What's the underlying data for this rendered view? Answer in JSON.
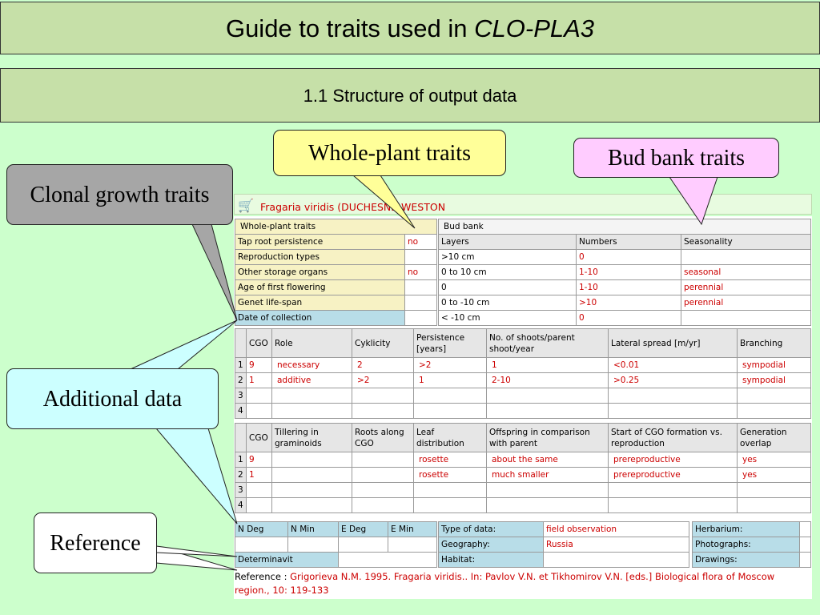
{
  "title_prefix": "Guide to traits used in ",
  "title_italic": "CLO-PLA3",
  "subtitle": "1.1 Structure of output data",
  "species_name": "Fragaria viridis (DUCHESNE)WESTON",
  "whole_plant": {
    "header": "Whole-plant traits",
    "rows": [
      {
        "label": "Tap root persistence",
        "value": "no"
      },
      {
        "label": "Reproduction types",
        "value": ""
      },
      {
        "label": "Other storage organs",
        "value": "no"
      },
      {
        "label": "Age of first flowering",
        "value": ""
      },
      {
        "label": "Genet life-span",
        "value": ""
      },
      {
        "label": "Date of collection",
        "value": ""
      }
    ]
  },
  "bud_bank": {
    "header": "Bud bank",
    "columns": [
      "Layers",
      "Numbers",
      "Seasonality"
    ],
    "rows": [
      [
        ">10 cm",
        "0",
        ""
      ],
      [
        "0 to 10 cm",
        "1-10",
        "seasonal"
      ],
      [
        "0",
        "1-10",
        "perennial"
      ],
      [
        "0 to -10 cm",
        ">10",
        "perennial"
      ],
      [
        "< -10 cm",
        "0",
        ""
      ]
    ]
  },
  "cgo1": {
    "columns": [
      "",
      "CGO",
      "Role",
      "Cyklicity",
      "Persistence [years]",
      "No. of shoots/parent shoot/year",
      "Lateral spread [m/yr]",
      "Branching"
    ],
    "rows": [
      [
        "1",
        "9",
        "necessary",
        "2",
        ">2",
        "1",
        "<0.01",
        "sympodial"
      ],
      [
        "2",
        "1",
        "additive",
        ">2",
        "1",
        "2-10",
        ">0.25",
        "sympodial"
      ],
      [
        "3",
        "",
        "",
        "",
        "",
        "",
        "",
        ""
      ],
      [
        "4",
        "",
        "",
        "",
        "",
        "",
        "",
        ""
      ]
    ]
  },
  "cgo2": {
    "columns": [
      "",
      "CGO",
      "Tillering in graminoids",
      "Roots along CGO",
      "Leaf distribution",
      "Offspring in comparison with parent",
      "Start of CGO formation vs. reproduction",
      "Generation overlap"
    ],
    "rows": [
      [
        "1",
        "9",
        "",
        "",
        "rosette",
        "about the same",
        "prereproductive",
        "yes"
      ],
      [
        "2",
        "1",
        "",
        "",
        "rosette",
        "much smaller",
        "prereproductive",
        "yes"
      ],
      [
        "3",
        "",
        "",
        "",
        "",
        "",
        "",
        ""
      ],
      [
        "4",
        "",
        "",
        "",
        "",
        "",
        "",
        ""
      ]
    ]
  },
  "coords": {
    "columns": [
      "N Deg",
      "N Min",
      "E Deg",
      "E Min"
    ],
    "determinavit_label": "Determinavit"
  },
  "data_info": {
    "rows": [
      {
        "label": "Type of data:",
        "value": "field observation"
      },
      {
        "label": "Geography:",
        "value": "Russia"
      },
      {
        "label": "Habitat:",
        "value": ""
      }
    ]
  },
  "media": {
    "rows": [
      {
        "label": "Herbarium:",
        "value": ""
      },
      {
        "label": "Photographs:",
        "value": ""
      },
      {
        "label": "Drawings:",
        "value": ""
      }
    ]
  },
  "reference": {
    "label": "Reference : ",
    "text": "Grigorieva N.M. 1995. Fragaria viridis.. In: Pavlov V.N. et Tikhomirov V.N. [eds.] Biological flora of Moscow region., 10: 119-133"
  },
  "callouts": {
    "whole_plant": "Whole-plant traits",
    "bud_bank": "Bud bank traits",
    "clonal": "Clonal growth traits",
    "additional": "Additional data",
    "reference": "Reference"
  },
  "colors": {
    "banner": "#c6e0a8",
    "background": "#ccffcc",
    "value_red": "#cc0000",
    "label_yellow": "#f7f2c4",
    "label_blue": "#b8dde8"
  }
}
